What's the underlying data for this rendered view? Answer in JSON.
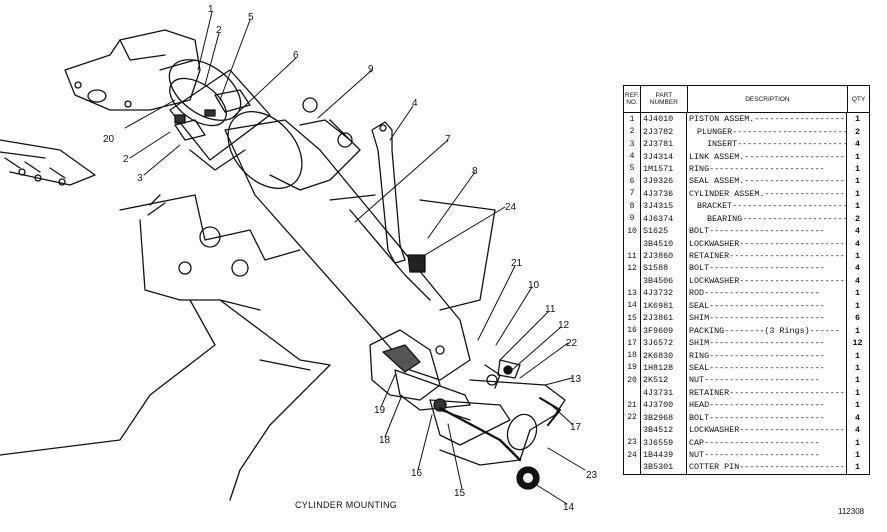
{
  "caption": "CYLINDER MOUNTING",
  "figure_number": "112308",
  "callouts": [
    "1",
    "2",
    "5",
    "6",
    "9",
    "20",
    "2",
    "3",
    "4",
    "7",
    "8",
    "24",
    "21",
    "10",
    "11",
    "12",
    "22",
    "13",
    "17",
    "23",
    "14",
    "15",
    "16",
    "18",
    "19"
  ],
  "table": {
    "headers": {
      "ref": "REF. NO.",
      "part": "PART NUMBER",
      "description": "DESCRIPTION",
      "qty": "QTY"
    },
    "rows": [
      {
        "ref": "1",
        "part": "4J4010",
        "description": "PISTON ASSEM.",
        "indent": 0,
        "qty": "1"
      },
      {
        "ref": "2",
        "part": "2J3782",
        "description": "PLUNGER",
        "indent": 1,
        "qty": "2"
      },
      {
        "ref": "3",
        "part": "2J3781",
        "description": "INSERT",
        "indent": 2,
        "qty": "4"
      },
      {
        "ref": "4",
        "part": "3J4314",
        "description": "LINK ASSEM.",
        "indent": 0,
        "qty": "1"
      },
      {
        "ref": "5",
        "part": "1M1571",
        "description": "RING",
        "indent": 0,
        "qty": "1"
      },
      {
        "ref": "6",
        "part": "3J9326",
        "description": "SEAL ASSEM.",
        "indent": 0,
        "qty": "1"
      },
      {
        "ref": "7",
        "part": "4J3736",
        "description": "CYLINDER ASSEM.",
        "indent": 0,
        "qty": "1"
      },
      {
        "ref": "8",
        "part": "3J4315",
        "description": "BRACKET",
        "indent": 1,
        "qty": "1"
      },
      {
        "ref": "9",
        "part": "4J6374",
        "description": "BEARING",
        "indent": 2,
        "qty": "2"
      },
      {
        "ref": "10",
        "part": "S1625",
        "description": "BOLT",
        "indent": 0,
        "qty": "4"
      },
      {
        "ref": "",
        "part": "3B4510",
        "description": "LOCKWASHER",
        "indent": 0,
        "qty": "4"
      },
      {
        "ref": "11",
        "part": "2J3860",
        "description": "RETAINER",
        "indent": 0,
        "qty": "1"
      },
      {
        "ref": "12",
        "part": "S1588",
        "description": "BOLT",
        "indent": 0,
        "qty": "4"
      },
      {
        "ref": "",
        "part": "3B4506",
        "description": "LOCKWASHER",
        "indent": 0,
        "qty": "4"
      },
      {
        "ref": "13",
        "part": "4J3732",
        "description": "ROD",
        "indent": 0,
        "qty": "1"
      },
      {
        "ref": "14",
        "part": "1K6981",
        "description": "SEAL",
        "indent": 0,
        "qty": "1"
      },
      {
        "ref": "15",
        "part": "2J3861",
        "description": "SHIM",
        "indent": 0,
        "qty": "6"
      },
      {
        "ref": "16",
        "part": "3F9609",
        "description": "PACKING",
        "note": "(3 Rings)",
        "indent": 0,
        "qty": "1"
      },
      {
        "ref": "17",
        "part": "3J6572",
        "description": "SHIM",
        "indent": 0,
        "qty": "12"
      },
      {
        "ref": "18",
        "part": "2K6830",
        "description": "RING",
        "indent": 0,
        "qty": "1"
      },
      {
        "ref": "19",
        "part": "1H8128",
        "description": "SEAL",
        "indent": 0,
        "qty": "1"
      },
      {
        "ref": "20",
        "part": "2K512",
        "description": "NUT",
        "indent": 0,
        "qty": "1"
      },
      {
        "ref": "",
        "part": "4J3731",
        "description": "RETAINER",
        "indent": 0,
        "qty": "1"
      },
      {
        "ref": "21",
        "part": "4J3700",
        "description": "HEAD",
        "indent": 0,
        "qty": "1"
      },
      {
        "ref": "22",
        "part": "3B2968",
        "description": "BOLT",
        "indent": 0,
        "qty": "4"
      },
      {
        "ref": "",
        "part": "3B4512",
        "description": "LOCKWASHER",
        "indent": 0,
        "qty": "4"
      },
      {
        "ref": "23",
        "part": "3J6559",
        "description": "CAP",
        "indent": 0,
        "qty": "1"
      },
      {
        "ref": "24",
        "part": "1B4439",
        "description": "NUT",
        "indent": 0,
        "qty": "1"
      },
      {
        "ref": "",
        "part": "3B5301",
        "description": "COTTER PIN",
        "indent": 0,
        "qty": "1"
      }
    ]
  }
}
